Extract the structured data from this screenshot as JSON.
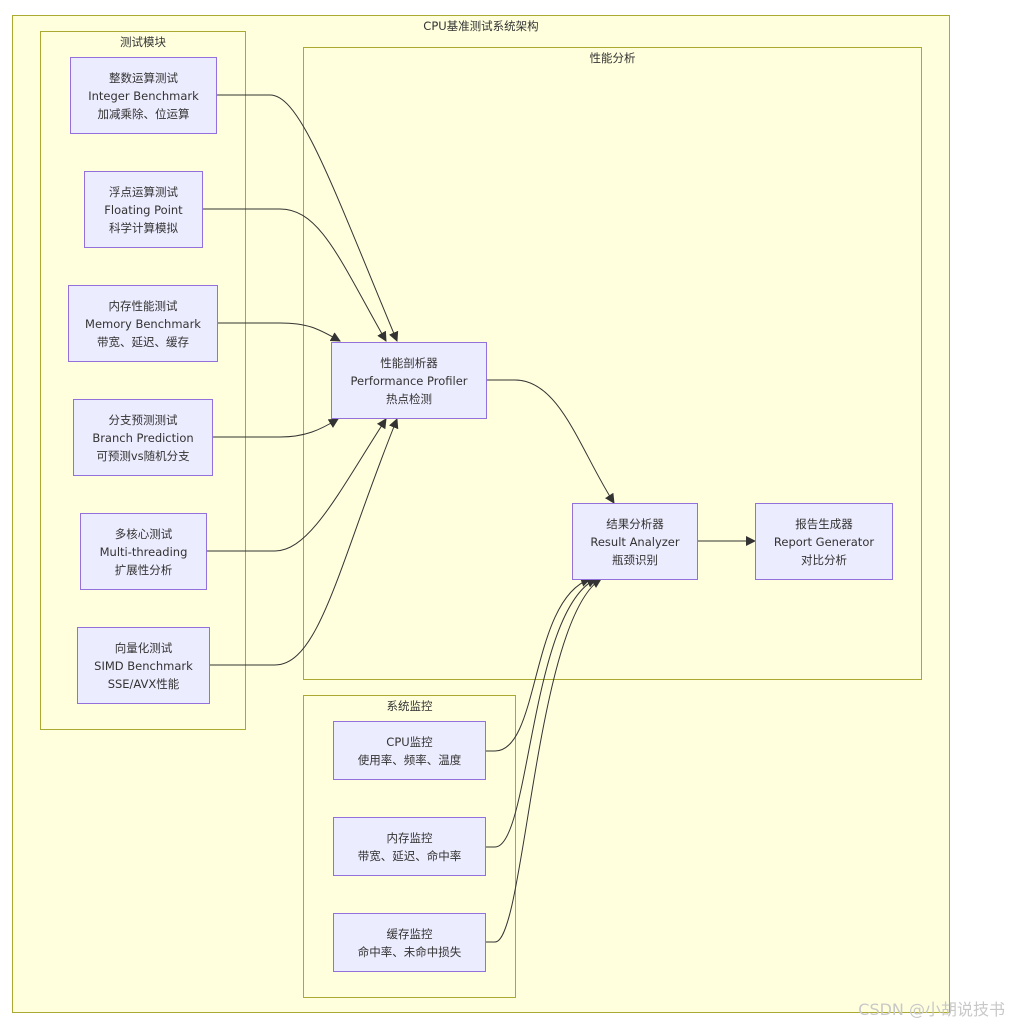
{
  "diagram": {
    "title": "CPU基准测试系统架构",
    "clusters": {
      "test": {
        "title": "测试模块"
      },
      "perf": {
        "title": "性能分析"
      },
      "monitor": {
        "title": "系统监控"
      }
    },
    "nodes": {
      "integer": {
        "lines": [
          "整数运算测试",
          "Integer Benchmark",
          "加减乘除、位运算"
        ]
      },
      "float": {
        "lines": [
          "浮点运算测试",
          "Floating Point",
          "科学计算模拟"
        ]
      },
      "memory": {
        "lines": [
          "内存性能测试",
          "Memory Benchmark",
          "带宽、延迟、缓存"
        ]
      },
      "branch": {
        "lines": [
          "分支预测测试",
          "Branch Prediction",
          "可预测vs随机分支"
        ]
      },
      "multicore": {
        "lines": [
          "多核心测试",
          "Multi-threading",
          "扩展性分析"
        ]
      },
      "simd": {
        "lines": [
          "向量化测试",
          "SIMD Benchmark",
          "SSE/AVX性能"
        ]
      },
      "profiler": {
        "lines": [
          "性能剖析器",
          "Performance Profiler",
          "热点检测"
        ]
      },
      "analyzer": {
        "lines": [
          "结果分析器",
          "Result Analyzer",
          "瓶颈识别"
        ]
      },
      "report": {
        "lines": [
          "报告生成器",
          "Report Generator",
          "对比分析"
        ]
      },
      "cpumon": {
        "lines": [
          "CPU监控",
          "使用率、频率、温度"
        ]
      },
      "memmon": {
        "lines": [
          "内存监控",
          "带宽、延迟、命中率"
        ]
      },
      "cachemon": {
        "lines": [
          "缓存监控",
          "命中率、未命中损失"
        ]
      }
    },
    "edges": [
      {
        "from": "integer",
        "to": "profiler"
      },
      {
        "from": "float",
        "to": "profiler"
      },
      {
        "from": "memory",
        "to": "profiler"
      },
      {
        "from": "branch",
        "to": "profiler"
      },
      {
        "from": "multicore",
        "to": "profiler"
      },
      {
        "from": "simd",
        "to": "profiler"
      },
      {
        "from": "profiler",
        "to": "analyzer"
      },
      {
        "from": "cpumon",
        "to": "analyzer"
      },
      {
        "from": "memmon",
        "to": "analyzer"
      },
      {
        "from": "cachemon",
        "to": "analyzer"
      },
      {
        "from": "analyzer",
        "to": "report"
      }
    ]
  },
  "watermark": "CSDN @小胡说技书"
}
